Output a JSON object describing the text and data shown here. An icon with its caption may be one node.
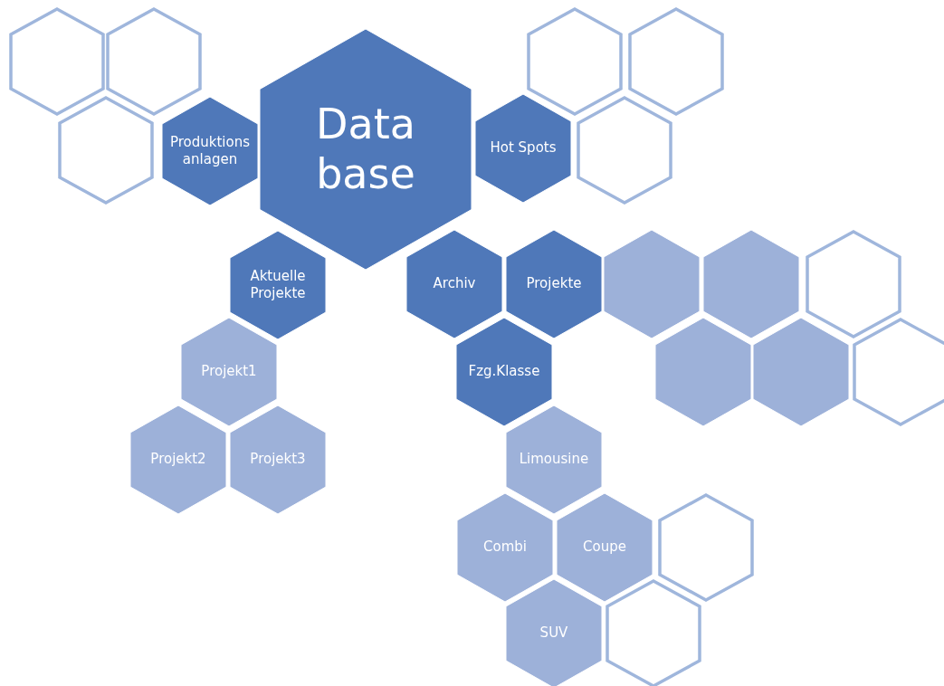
{
  "diagram": {
    "nodes": [
      {
        "text": [],
        "shape": "hexagon"
      },
      {
        "text": [],
        "shape": "hexagon"
      },
      {
        "text": [],
        "shape": "hexagon"
      },
      {
        "text": [],
        "shape": "hexagon"
      },
      {
        "text": [
          "Data base"
        ]
      },
      {
        "text": [],
        "shape": "hexagon"
      },
      {
        "text": [
          "Produktions anlagen"
        ]
      },
      {
        "text": [
          "Hot Spots"
        ]
      },
      {
        "text": [],
        "shape": "hexagon"
      },
      {
        "text": [
          "Aktuelle Projekte"
        ]
      },
      {
        "text": [
          "Archiv"
        ]
      },
      {
        "text": [
          "Projekte"
        ]
      },
      {
        "text": [],
        "shape": "hexagon"
      },
      {
        "text": [],
        "shape": "hexagon"
      },
      {
        "text": [],
        "shape": "hexagon"
      },
      {
        "text": [
          "Projekt1"
        ]
      },
      {
        "text": [
          "Fzg.Klasse"
        ]
      },
      {
        "text": [],
        "shape": "hexagon"
      },
      {
        "text": [],
        "shape": "hexagon"
      },
      {
        "text": [],
        "shape": "hexagon"
      },
      {
        "text": [
          "Projekt2"
        ]
      },
      {
        "text": [
          "Projekt3"
        ]
      },
      {
        "text": [
          "Limousine"
        ]
      },
      {
        "text": [
          "Combi"
        ]
      },
      {
        "text": [
          "Coupe"
        ]
      },
      {
        "text": [],
        "shape": "hexagon"
      },
      {
        "text": [
          "SUV"
        ]
      },
      {
        "text": [],
        "shape": "hexagon"
      }
    ],
    "edges": []
  }
}
